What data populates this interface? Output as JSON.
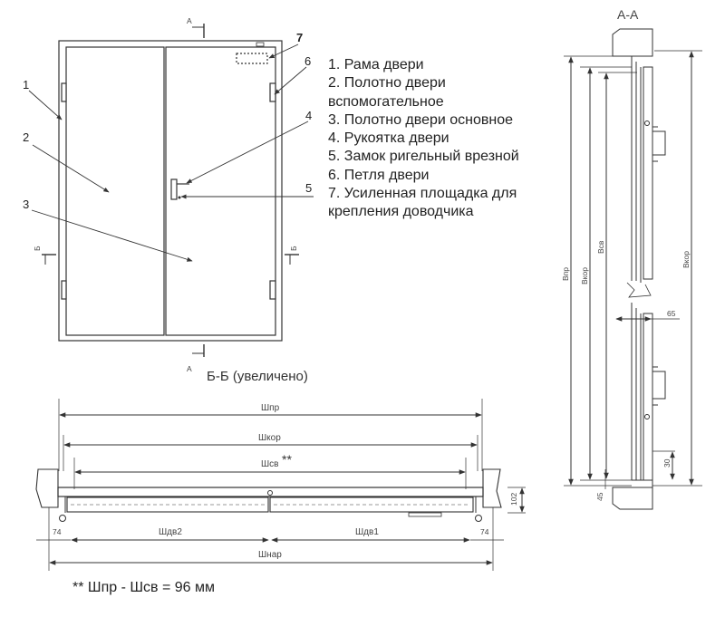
{
  "legend": [
    "1. Рама двери",
    "2. Полотно двери",
    "вспомогательное",
    "3. Полотно двери основное",
    "4. Рукоятка двери",
    "5. Замок ригельный врезной",
    "6. Петля двери",
    "7. Усиленная площадка для",
    "крепления доводчика"
  ],
  "callouts": {
    "c1": "1",
    "c2": "2",
    "c3": "3",
    "c4": "4",
    "c5": "5",
    "c6": "6",
    "c7": "7"
  },
  "section_marks": {
    "a_top": "А",
    "a_bottom": "А",
    "b_left": "Б",
    "b_right": "Б"
  },
  "titles": {
    "section_bb": "Б-Б (увеличено)",
    "section_aa": "А-А"
  },
  "dims_bb": {
    "shpr": "Шпр",
    "shkor": "Шкор",
    "shsv": "Шсв",
    "shsv_mark": "**",
    "shdv2": "Шдв2",
    "shdv1": "Шдв1",
    "shnar": "Шнар",
    "left_74": "74",
    "right_74": "74",
    "depth": "102"
  },
  "dims_aa": {
    "vpr": "Впр",
    "vkor": "Вкор",
    "vsv": "Всв",
    "vkor_r": "Вкор",
    "d65": "65",
    "d30": "30",
    "d45": "45"
  },
  "footnote": "** Шпр - Шсв = 96 мм"
}
